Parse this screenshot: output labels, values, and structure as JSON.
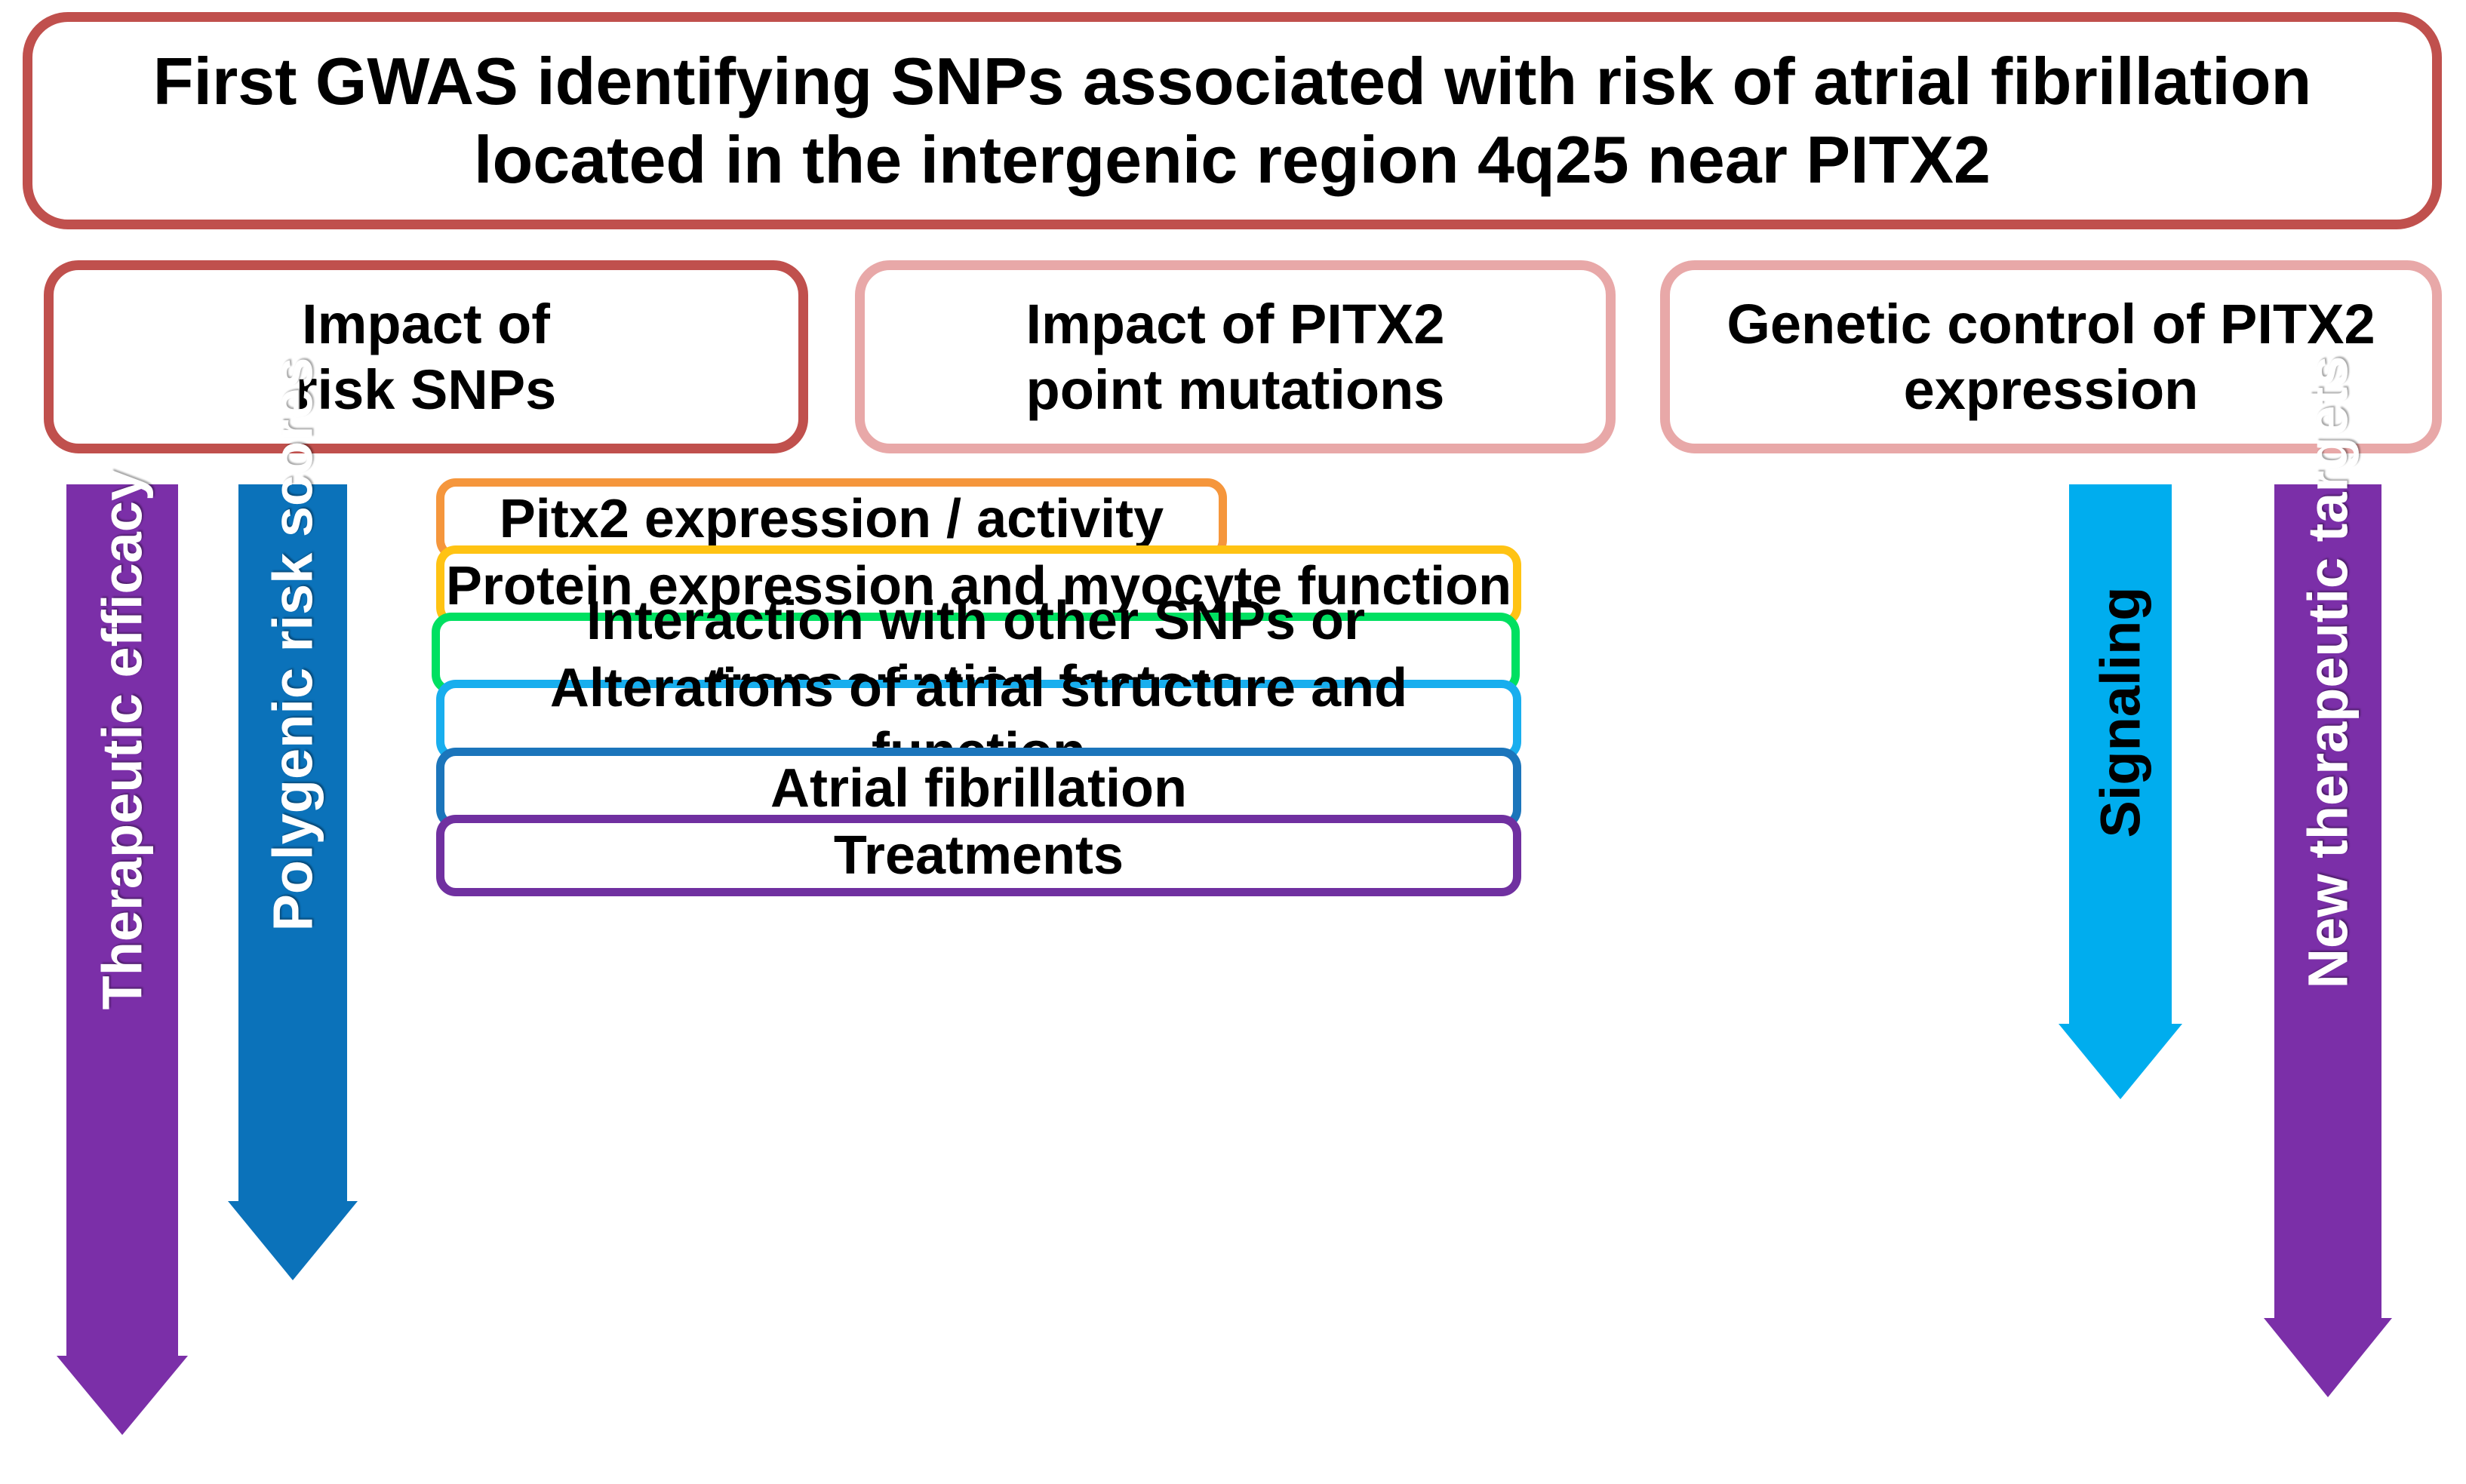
{
  "title_box": {
    "text": "First GWAS identifying SNPs associated with risk of atrial fibrillation\nlocated in the intergenic region 4q25 near PITX2",
    "border_color": "#C0504D"
  },
  "category_boxes": [
    {
      "label": "Impact of\nrisk SNPs",
      "border_color": "#C0504D"
    },
    {
      "label": "Impact of PITX2\npoint mutations",
      "border_color": "#E8A8A8"
    },
    {
      "label": "Genetic control of PITX2\nexpression",
      "border_color": "#E8A8A8"
    }
  ],
  "cascade_boxes": [
    {
      "label": "Pitx2 expression / activity",
      "border_color": "#F5963C"
    },
    {
      "label": "Protein expression and myocyte function",
      "border_color": "#FFC313"
    },
    {
      "label": "Interaction with other SNPs or transcription factors",
      "border_color": "#00E061"
    },
    {
      "label": "Alterations of atrial structure and function",
      "border_color": "#18AEEE"
    },
    {
      "label": "Atrial fibrillation",
      "border_color": "#1B75BB"
    },
    {
      "label": "Treatments",
      "border_color": "#7030A0"
    }
  ],
  "arrows": [
    {
      "label": "Therapeutic efficacy",
      "fill_color": "#7B2FA8",
      "text_color": "#FFFFFF",
      "direction": "down",
      "side": "left"
    },
    {
      "label": "Polygenic risk scores",
      "fill_color": "#0B72BA",
      "text_color": "#FFFFFF",
      "direction": "down",
      "side": "left"
    },
    {
      "label": "Signaling",
      "fill_color": "#00ADEE",
      "text_color": "#000000",
      "direction": "down",
      "side": "right"
    },
    {
      "label": "New therapeutic targets",
      "fill_color": "#7B2FA8",
      "text_color": "#FFFFFF",
      "direction": "down",
      "side": "right"
    }
  ]
}
